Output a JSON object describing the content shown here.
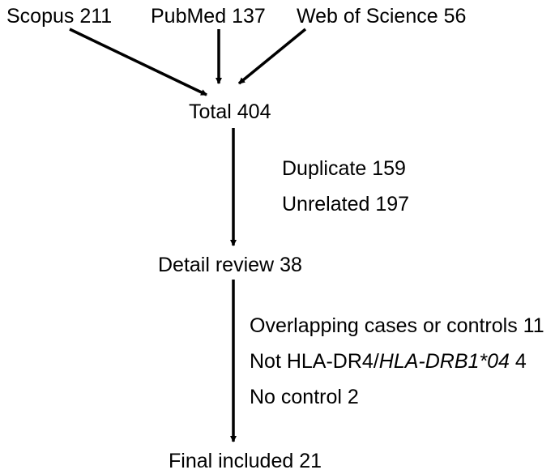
{
  "sources": [
    {
      "name": "Scopus",
      "count": "211"
    },
    {
      "name": "PubMed",
      "count": "137"
    },
    {
      "name": "Web of Science",
      "count": "56"
    }
  ],
  "total": {
    "label": "Total",
    "count": "404"
  },
  "exclusions_round1": [
    {
      "reason": "Duplicate",
      "count": "159"
    },
    {
      "reason": "Unrelated",
      "count": "197"
    }
  ],
  "detail_review": {
    "label": "Detail review",
    "count": "38"
  },
  "exclusions_round2": [
    {
      "reason": "Overlapping cases or controls",
      "count": "11"
    },
    {
      "reason_plain": "Not HLA-DR4/",
      "reason_italic": "HLA-DRB1*04",
      "count": "4"
    },
    {
      "reason": "No control",
      "count": "2"
    }
  ],
  "final": {
    "label": "Final included",
    "count": "21"
  },
  "colors": {
    "line": "#000000",
    "text": "#000000",
    "background": "#ffffff"
  }
}
